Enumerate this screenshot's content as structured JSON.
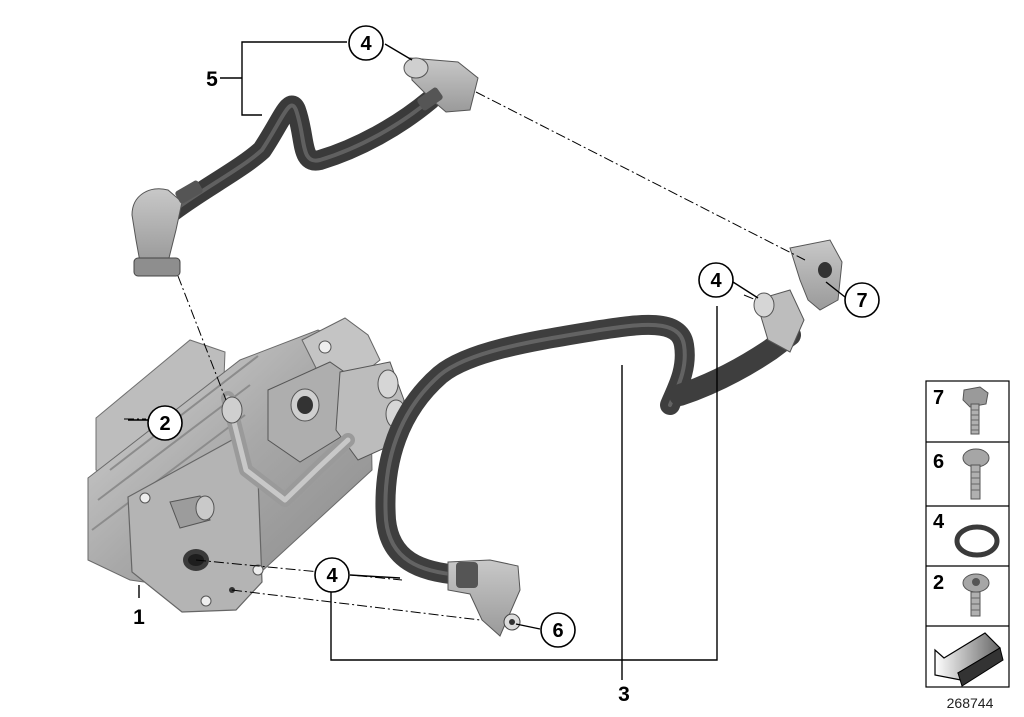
{
  "callouts": {
    "c4_top": "4",
    "c5": "5",
    "c2": "2",
    "c4_right": "4",
    "c7": "7",
    "c4_bottom": "4",
    "c6": "6",
    "c1": "1",
    "c3": "3"
  },
  "legend": {
    "items": [
      {
        "number": "7",
        "icon": "hex-bolt-icon"
      },
      {
        "number": "6",
        "icon": "round-head-bolt-icon"
      },
      {
        "number": "4",
        "icon": "o-ring-icon"
      },
      {
        "number": "2",
        "icon": "torx-bolt-icon"
      }
    ],
    "bottom_icon": "direction-arrow-icon"
  },
  "diagram_id": "268744",
  "colors": {
    "hose": "#3c3c3c",
    "hose_highlight": "#6e6e6e",
    "metal": "#a9a9a9",
    "metal_dark": "#7d7d7d",
    "metal_light": "#d4d4d4",
    "line": "#000000"
  }
}
